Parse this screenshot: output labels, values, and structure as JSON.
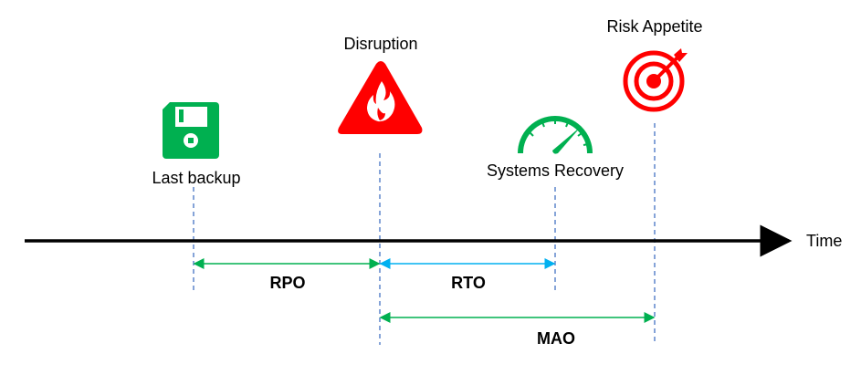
{
  "events": {
    "last_backup": {
      "label": "Last backup",
      "icon": "floppy-disk-icon"
    },
    "disruption": {
      "label": "Disruption",
      "icon": "fire-warning-icon"
    },
    "systems_recovery": {
      "label": "Systems Recovery",
      "icon": "speedometer-icon"
    },
    "risk_appetite": {
      "label": "Risk Appetite",
      "icon": "target-icon"
    }
  },
  "axis": {
    "label": "Time"
  },
  "intervals": {
    "rpo": {
      "label": "RPO",
      "color": "#00b050"
    },
    "rto": {
      "label": "RTO",
      "color": "#00b0f0"
    },
    "mao": {
      "label": "MAO",
      "color": "#00b050"
    }
  },
  "colors": {
    "green": "#00b050",
    "red": "#ff0000",
    "guide": "#4472c4"
  }
}
